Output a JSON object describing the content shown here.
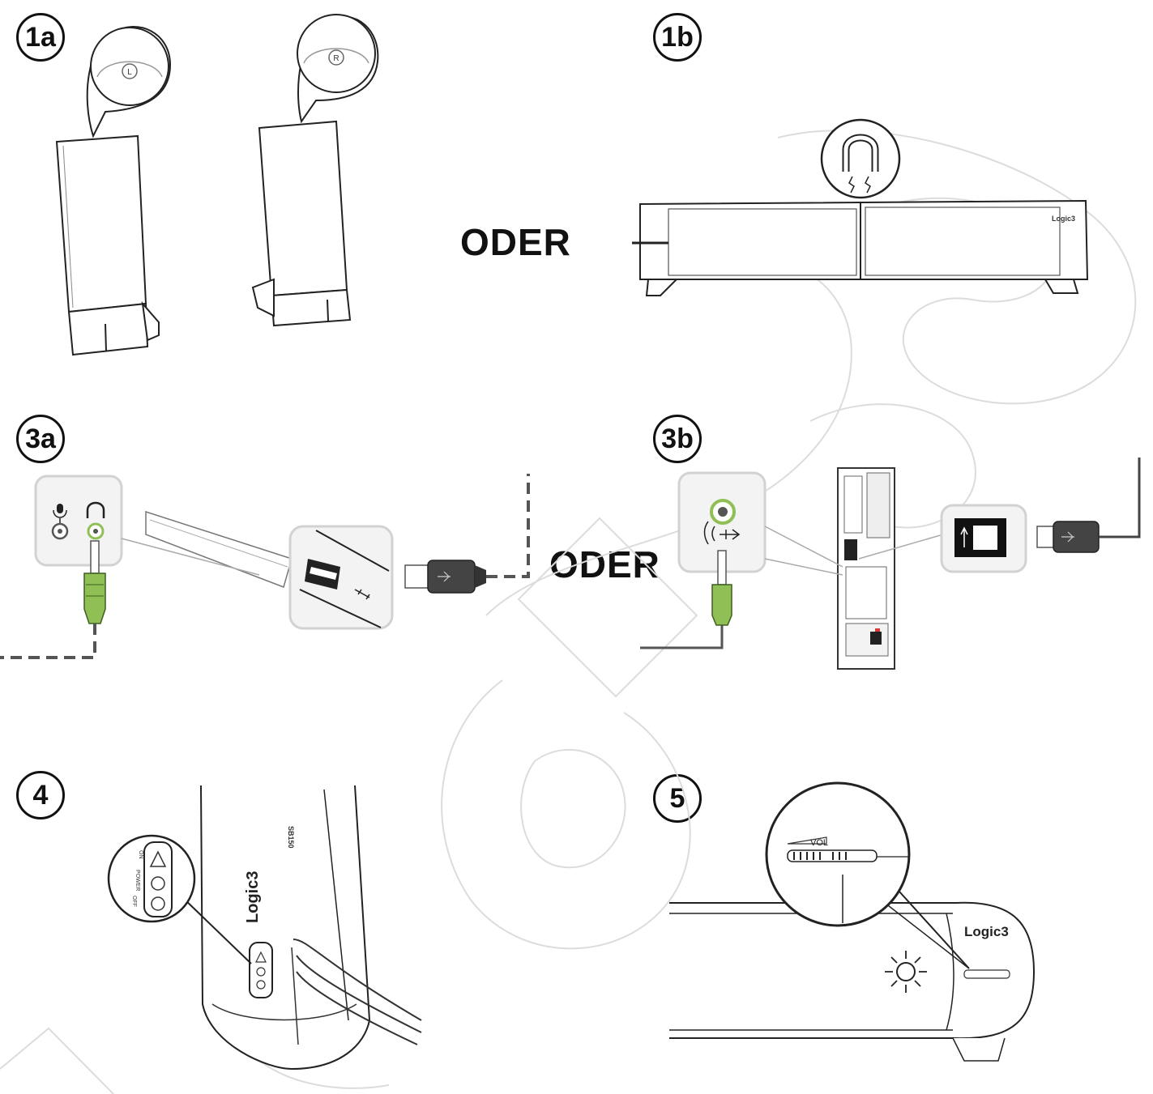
{
  "steps": {
    "s1a": "1a",
    "s1b": "1b",
    "s3a": "3a",
    "s3b": "3b",
    "s4": "4",
    "s5": "5"
  },
  "or_label": "ODER",
  "callouts": {
    "left_speaker": "L",
    "right_speaker": "R",
    "brand": "Logic3",
    "model": "SB150",
    "volume": "VOL",
    "led_on": "ON",
    "power": "POWER",
    "led_off": "OFF"
  },
  "colors": {
    "line": "#222222",
    "plug_green": "#8fbf55",
    "watermark": "#dcdcdc",
    "callout_box": "#f3f3f3"
  },
  "icons": [
    "microphone-icon",
    "headphones-icon",
    "usb-icon",
    "magnet-icon",
    "audio-out-icon",
    "led-sun-icon"
  ]
}
